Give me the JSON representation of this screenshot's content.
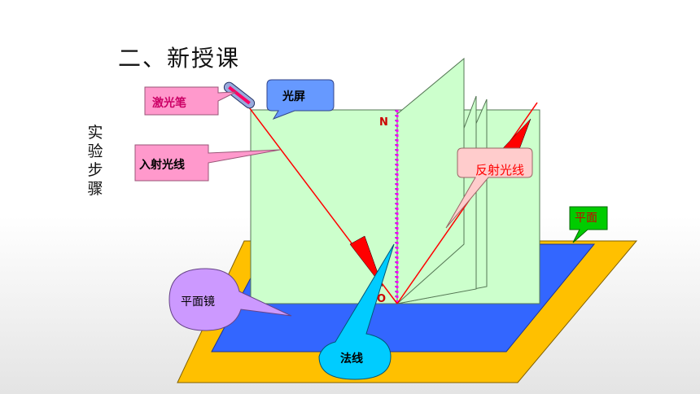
{
  "title": "二、新授课",
  "side_label": "实验步骤",
  "labels": {
    "laser_pen": "激光笔",
    "screen": "光屏",
    "incident_ray": "入射光线",
    "reflected_ray": "反射光线",
    "plane": "平面",
    "mirror": "平面镜",
    "normal": "法线",
    "point_n": "N",
    "point_o": "O"
  },
  "colors": {
    "plane_frame": "#ffc000",
    "mirror_surface": "#3366ff",
    "screen": "#ccffcc",
    "ray": "#ff0000",
    "normal_line": "#ff00ff",
    "callout_pink": "#ff99cc",
    "callout_blue": "#6699ff",
    "callout_green": "#00cc00",
    "callout_purple": "#cc99ff",
    "callout_cyan": "#00ccff",
    "callout_peach": "#ffcccc"
  }
}
